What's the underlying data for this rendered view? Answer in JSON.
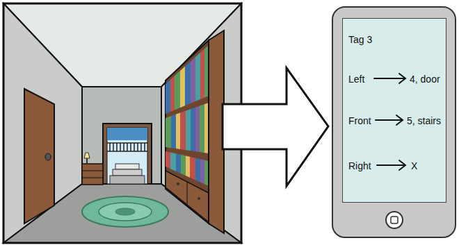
{
  "diagram": {
    "nodes": [
      {
        "text": [
          "Tag 3",
          "Left",
          "4, door",
          "Front",
          "5, stairs",
          "Right",
          "X"
        ]
      }
    ]
  }
}
